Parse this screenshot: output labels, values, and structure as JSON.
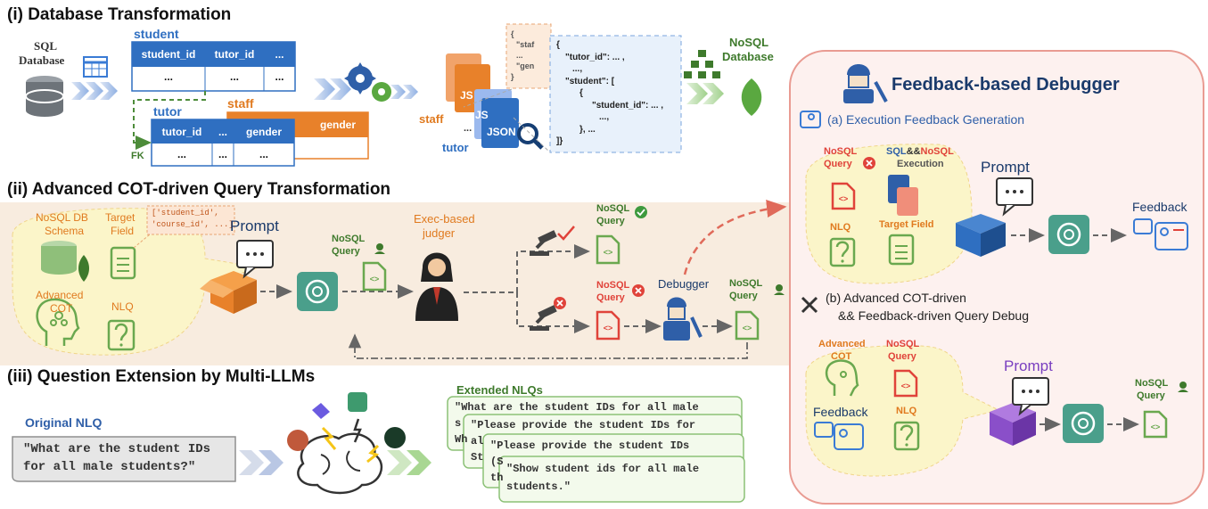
{
  "sections": {
    "s1": "(i) Database Transformation",
    "s2": "(ii) Advanced COT-driven Query Transformation",
    "s3": "(iii) Question Extension by Multi-LLMs"
  },
  "db": {
    "sql_line1": "SQL",
    "sql_line2": "Database",
    "nosql_line1": "NoSQL",
    "nosql_line2": "Database",
    "student_label": "student",
    "student_cols": [
      "student_id",
      "tutor_id",
      "..."
    ],
    "student_row": [
      "...",
      "...",
      "..."
    ],
    "staff_label": "staff",
    "staff_cols": [
      "gender"
    ],
    "tutor_label": "tutor",
    "tutor_cols": [
      "tutor_id",
      "...",
      "gender"
    ],
    "tutor_row": [
      "...",
      "...",
      "..."
    ],
    "fk": "FK",
    "staff_tag": "staff",
    "tutor_tag": "tutor",
    "dots": "...",
    "json_label": "JSON",
    "json_back1": "JS",
    "json_back2": "JS",
    "json_lines": [
      "{",
      "\"tutor_id\": ... ,",
      "...,",
      "\"student\": [",
      "{",
      "\"student_id\": ... ,",
      "...,",
      "}, ...",
      "]}"
    ],
    "json_peek": [
      "{",
      "\"staf",
      "...",
      "\"gen",
      "}"
    ]
  },
  "cot": {
    "schema_label1": "NoSQL DB",
    "schema_label2": "Schema",
    "target_label1": "Target",
    "target_label2": "Field",
    "target_code1": "['student_id',",
    "target_code2": "'course_id', ...]",
    "cot_label1": "Advanced",
    "cot_label2": "COT",
    "nlq_label": "NLQ",
    "prompt": "Prompt",
    "nosql_query1": "NoSQL",
    "nosql_query2": "Query",
    "judger1": "Exec-based",
    "judger2": "judger",
    "debugger": "Debugger"
  },
  "debugger_panel": {
    "title": "Feedback-based Debugger",
    "a_title": "(a) Execution Feedback Generation",
    "exec_sql": "SQL",
    "exec_amp": "&&",
    "exec_nosql": "NoSQL",
    "exec_label": "Execution",
    "nosql": "NoSQL",
    "query": "Query",
    "nlq": "NLQ",
    "target_field": "Target Field",
    "prompt": "Prompt",
    "feedback": "Feedback",
    "b_title1": "(b) Advanced COT-driven",
    "b_title2": "&& Feedback-driven Query Debug",
    "adv1": "Advanced",
    "adv2": "COT",
    "feedback_label": "Feedback",
    "nlq2": "NLQ",
    "prompt2": "Prompt"
  },
  "ext": {
    "original_label": "Original NLQ",
    "original_q1": "\"What are the student IDs",
    "original_q2": "for all male students?\"",
    "extended_label": "Extended NLQs",
    "q1_line1": "\"What are the student IDs for all male",
    "q1_line2": "s",
    "q1_line3": "Wh",
    "q2_line1": "\"Please provide the student IDs for",
    "q2_line2": "al",
    "q2_line3": "St",
    "q3_line1": "\"Please provide the student IDs",
    "q3_line2": "(S",
    "q3_line3": "th",
    "q4_line1": "\"Show student ids for all male",
    "q4_line2": "students.\""
  },
  "colors": {
    "blue_table": "#2f6fc1",
    "orange_table": "#e8812a",
    "green_text": "#3e7a2c",
    "orange_text": "#e07a1f",
    "red": "#e0433a",
    "panel_bg": "#fdf1ef",
    "panel_border": "#e99b92",
    "cot_bg": "#f8ecdf",
    "bubble_bg": "#fbf5c9",
    "gpt_teal": "#4a9f8b"
  }
}
